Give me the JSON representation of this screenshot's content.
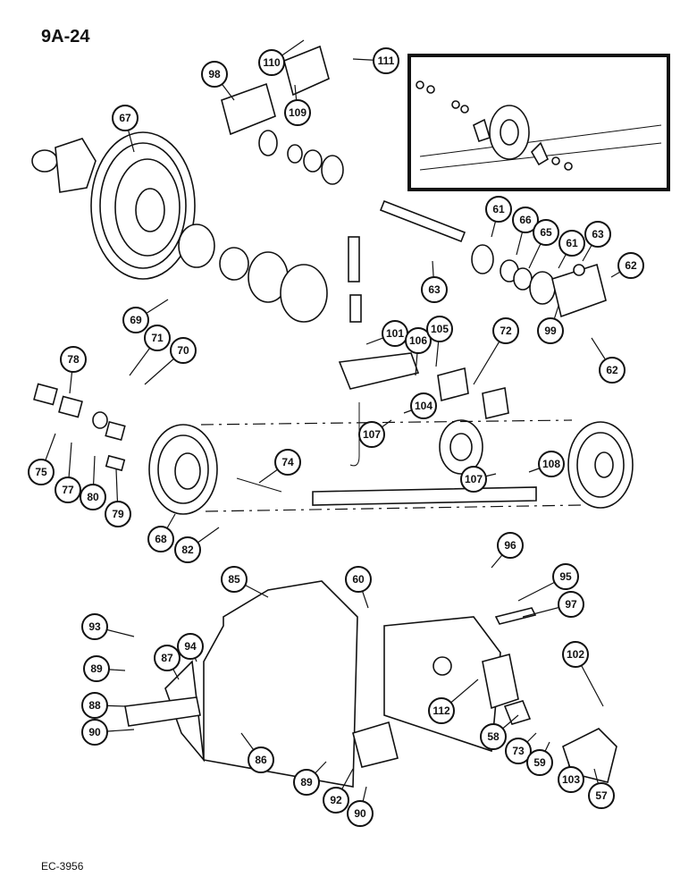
{
  "page": {
    "id": "9A-24",
    "code": "EC-3956"
  },
  "callouts": [
    "110",
    "111",
    "98",
    "109",
    "67",
    "61",
    "66",
    "65",
    "61",
    "63",
    "62",
    "63",
    "69",
    "99",
    "62",
    "101",
    "106",
    "105",
    "72",
    "71",
    "70",
    "78",
    "104",
    "107",
    "75",
    "77",
    "80",
    "79",
    "74",
    "107",
    "108",
    "68",
    "82",
    "96",
    "85",
    "60",
    "95",
    "97",
    "93",
    "94",
    "89",
    "87",
    "102",
    "88",
    "112",
    "90",
    "86",
    "58",
    "73",
    "59",
    "89",
    "92",
    "103",
    "57",
    "90"
  ]
}
